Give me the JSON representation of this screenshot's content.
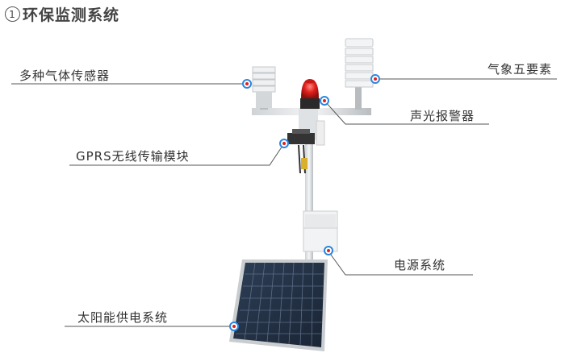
{
  "title": {
    "number": "1",
    "text": "环保监测系统"
  },
  "labels": {
    "gas_sensor": "多种气体传感器",
    "weather": "气象五要素",
    "alarm": "声光报警器",
    "gprs": "GPRS无线传输模块",
    "power": "电源系统",
    "solar": "太阳能供电系统"
  },
  "colors": {
    "accent": "#2a86e0",
    "line": "#555555",
    "alarm_red": "#e0201c"
  }
}
